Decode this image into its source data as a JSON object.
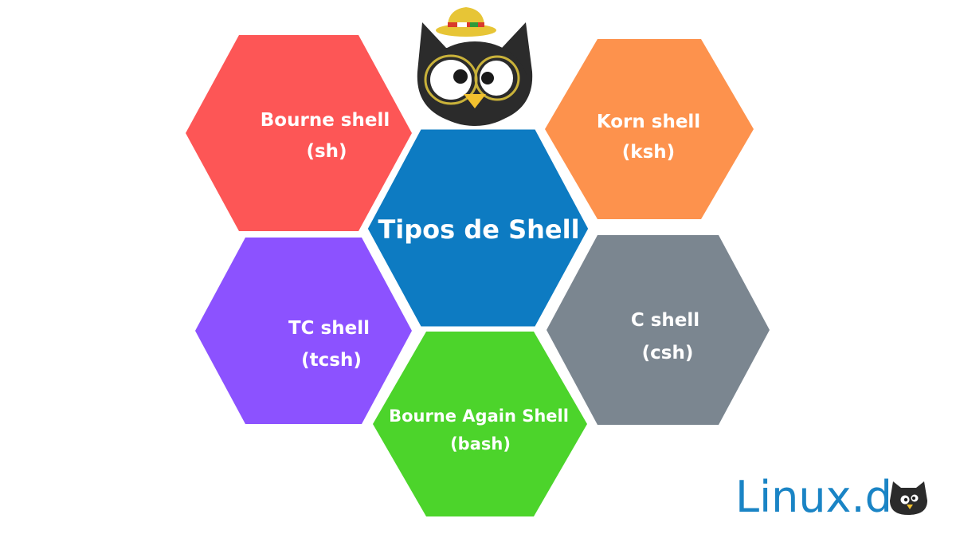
{
  "diagram": {
    "hexagons": [
      {
        "id": "bourne",
        "line1": "Bourne shell",
        "line2": "(sh)",
        "color": "#fd5656"
      },
      {
        "id": "korn",
        "line1": "Korn shell",
        "line2": "(ksh)",
        "color": "#fd924d"
      },
      {
        "id": "center",
        "line1": "Tipos de Shell",
        "line2": "",
        "color": "#0d7bc2"
      },
      {
        "id": "tc",
        "line1": "TC shell",
        "line2": "(tcsh)",
        "color": "#8c52ff"
      },
      {
        "id": "c",
        "line1": "C shell",
        "line2": "(csh)",
        "color": "#7b8690"
      },
      {
        "id": "bash",
        "line1": "Bourne Again Shell",
        "line2": "(bash)",
        "color": "#4cd42b"
      }
    ]
  },
  "logo": {
    "brand_main": "Linux.d",
    "brand_color": "#1a84c5",
    "mascot_icon": "owl-mascot-icon",
    "brand_owl_icon": "owl-head-icon"
  }
}
